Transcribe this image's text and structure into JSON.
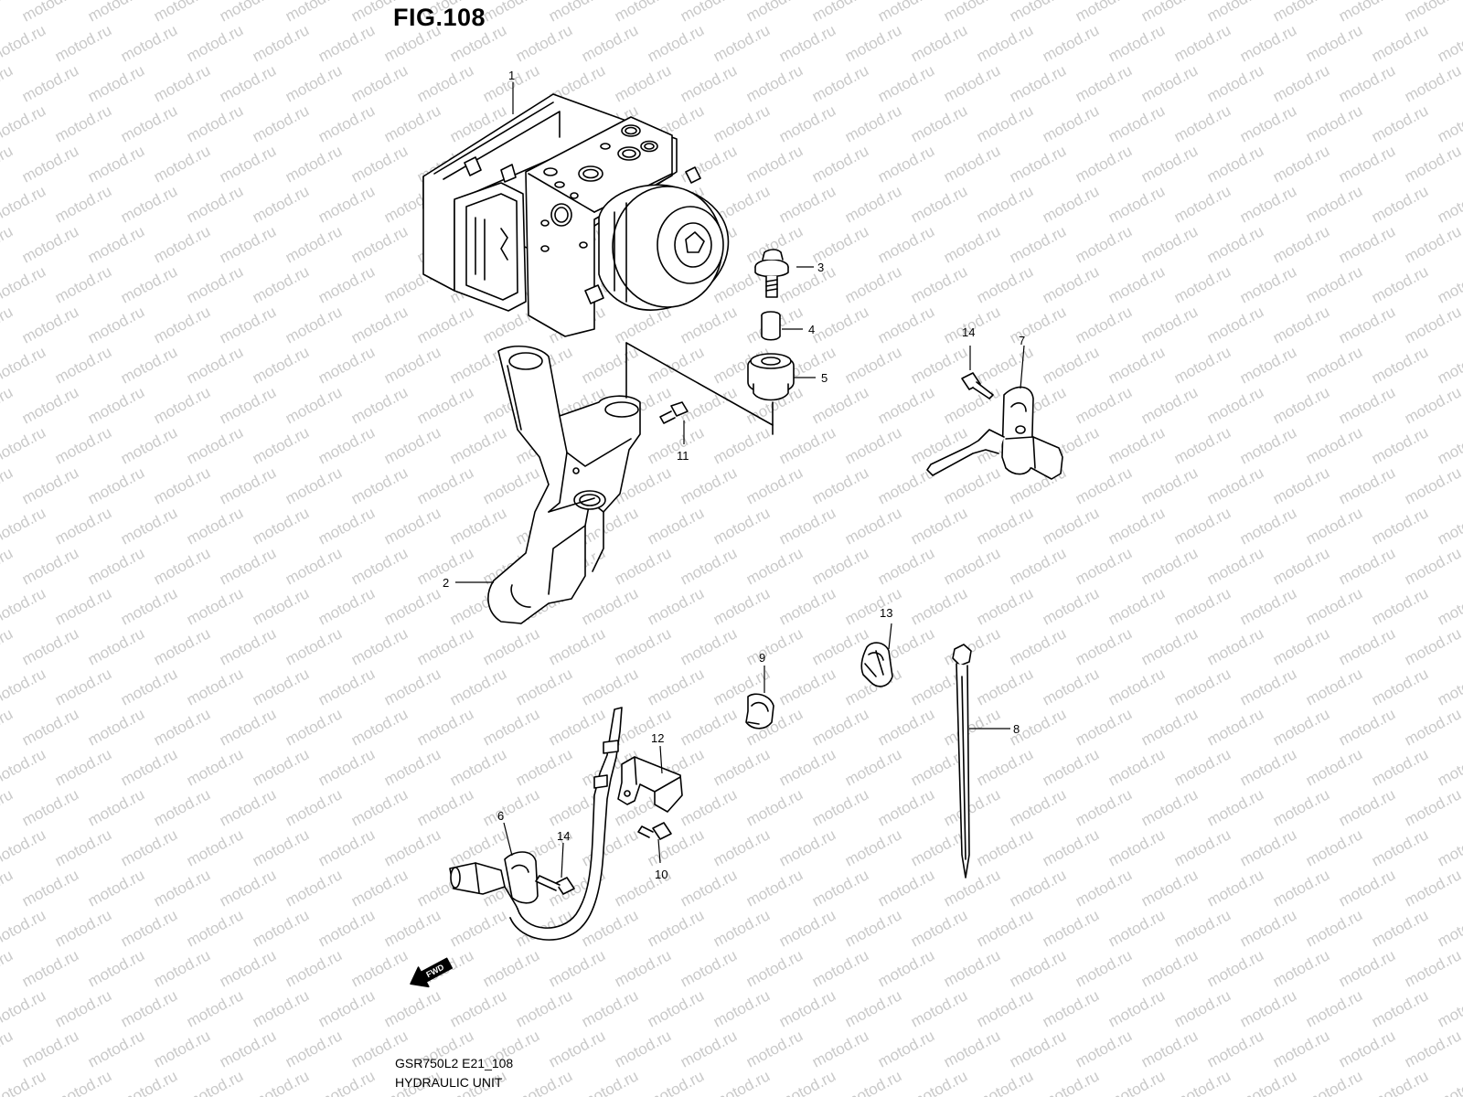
{
  "figure": {
    "title": "FIG.108",
    "model_code": "GSR750L2 E21_108",
    "section_title": "HYDRAULIC UNIT"
  },
  "watermark": {
    "text": "motod.ru"
  },
  "direction_marker": {
    "label": "FWD"
  },
  "parts": [
    {
      "ref": "1",
      "item": "hydraulic-unit"
    },
    {
      "ref": "2",
      "item": "bracket"
    },
    {
      "ref": "3",
      "item": "bolt"
    },
    {
      "ref": "4",
      "item": "spacer"
    },
    {
      "ref": "5",
      "item": "cushion"
    },
    {
      "ref": "6",
      "item": "front-wheel-speed-sensor"
    },
    {
      "ref": "7",
      "item": "rear-wheel-speed-sensor"
    },
    {
      "ref": "8",
      "item": "clamp-band"
    },
    {
      "ref": "9",
      "item": "clamp"
    },
    {
      "ref": "10",
      "item": "bolt"
    },
    {
      "ref": "11",
      "item": "bolt"
    },
    {
      "ref": "12",
      "item": "sensor-clamp"
    },
    {
      "ref": "13",
      "item": "clamp"
    },
    {
      "ref": "14",
      "item": "bolt"
    },
    {
      "ref": "14",
      "item": "bolt"
    }
  ],
  "colors": {
    "ink": "#000000",
    "watermark": "#c9c9c9",
    "background": "#ffffff"
  }
}
